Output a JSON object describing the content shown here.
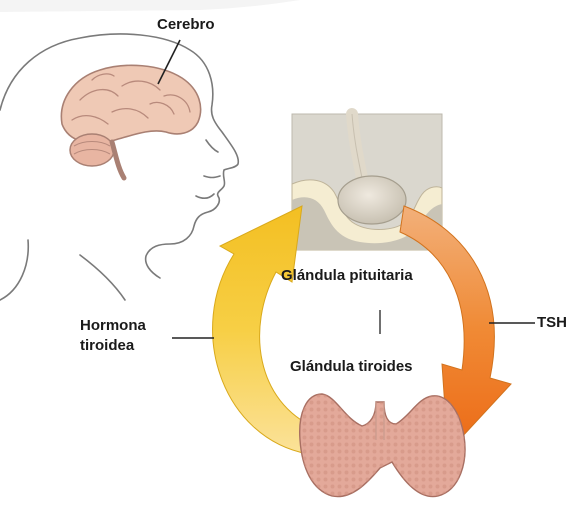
{
  "labels": {
    "brain": "Cerebro",
    "pituitary": "Glándula pituitaria",
    "thyroid": "Glándula tiroides",
    "hormone_line1": "Hormona",
    "hormone_line2": "tiroidea",
    "tsh": "TSH"
  },
  "colors": {
    "left_arrow": "#f5c932",
    "right_arrow": "#ef7d22",
    "brain": "#efc9b5",
    "thyroid": "#e3a99a",
    "pituitary_box": "#d6d3c9"
  },
  "icons": {
    "head": "head-silhouette",
    "brain": "brain-illustration",
    "pituitary": "pituitary-gland-illustration",
    "thyroid": "thyroid-gland-illustration",
    "left_arrow": "curved-arrow-up",
    "right_arrow": "curved-arrow-down"
  }
}
